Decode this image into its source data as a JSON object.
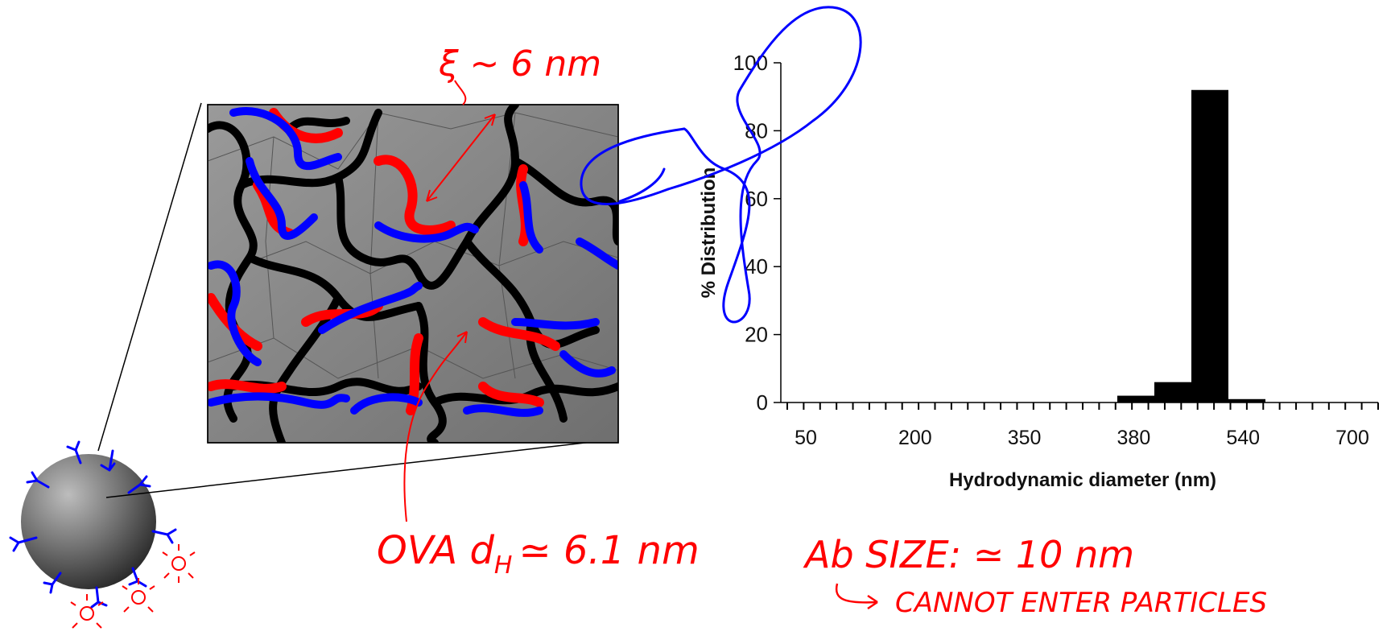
{
  "annotations": {
    "mesh_label": "ξ ~ 6 nm",
    "ova_label": "OVA d",
    "ova_subscript": "H",
    "ova_value": "≃ 6.1 nm",
    "ab_size": "Ab SIZE: ≃ 10 nm",
    "cannot_enter": "CANNOT ENTER PARTICLES"
  },
  "colors": {
    "polymer": "#000000",
    "ova": "#ff0000",
    "antibody": "#0000ff",
    "gel_background": "#8a8a8a"
  },
  "chart_data": {
    "type": "bar",
    "xlabel": "Hydrodynamic diameter (nm)",
    "ylabel": "% Distribution",
    "x_tick_labels": [
      "50",
      "200",
      "350",
      "380",
      "540",
      "700"
    ],
    "y_ticks": [
      0,
      20,
      40,
      60,
      80,
      100
    ],
    "ylim": [
      0,
      100
    ],
    "bars": [
      {
        "bin": "~400",
        "value": 2
      },
      {
        "bin": "~420",
        "value": 6
      },
      {
        "bin": "~460",
        "value": 92
      },
      {
        "bin": "~540",
        "value": 1
      }
    ]
  }
}
